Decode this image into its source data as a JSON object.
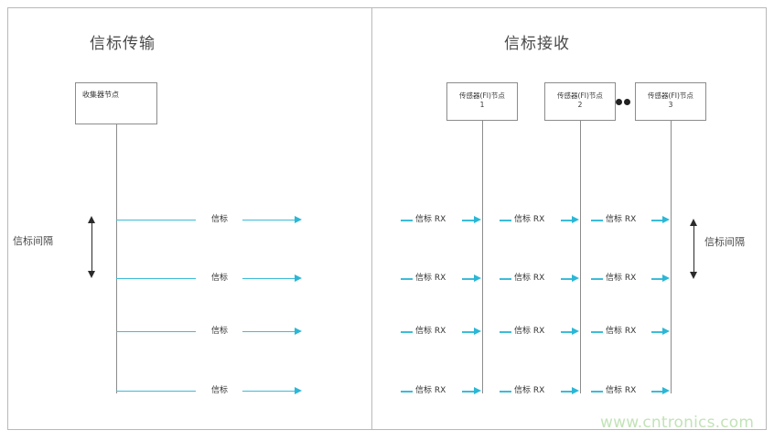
{
  "diagram": {
    "watermark": "www.cntronics.com",
    "accent_color": "#3bbcd8",
    "arrow_color": "#2bb7d6",
    "border_color": "#b9b9b9",
    "box_border_color": "#8c8c8c",
    "watermark_color": "#c3e3b8"
  },
  "left_panel": {
    "title": "信标传输",
    "collector_node": {
      "label": "收集器节点"
    },
    "interval_marker": {
      "label": "信标间隔"
    },
    "beacon_rows": [
      {
        "label": "信标"
      },
      {
        "label": "信标"
      },
      {
        "label": "信标"
      },
      {
        "label": "信标"
      }
    ]
  },
  "right_panel": {
    "title": "信标接收",
    "sensor_nodes": [
      {
        "label": "传感器(FI)节点",
        "index": "1"
      },
      {
        "label": "传感器(FI)节点",
        "index": "2"
      },
      {
        "label": "传感器(FI)节点",
        "index": "3"
      }
    ],
    "ellipsis": "••",
    "interval_marker": {
      "label": "信标间隔"
    },
    "rx_rows": [
      {
        "label": "信标 RX"
      },
      {
        "label": "信标 RX"
      },
      {
        "label": "信标 RX"
      },
      {
        "label": "信标 RX"
      },
      {
        "label": "信标 RX"
      },
      {
        "label": "信标 RX"
      },
      {
        "label": "信标 RX"
      },
      {
        "label": "信标 RX"
      },
      {
        "label": "信标 RX"
      },
      {
        "label": "信标 RX"
      },
      {
        "label": "信标 RX"
      },
      {
        "label": "信标 RX"
      }
    ]
  }
}
